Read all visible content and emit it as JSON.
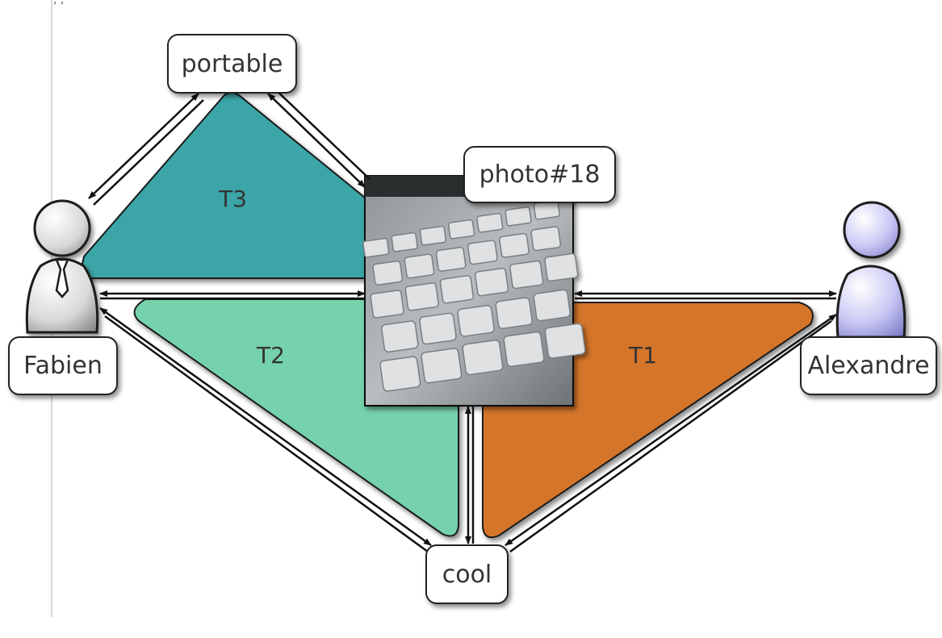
{
  "nodes": {
    "portable": "portable",
    "photo": "photo#18",
    "fabien": "Fabien",
    "alexandre": "Alexandre",
    "cool": "cool"
  },
  "triangles": {
    "t1": {
      "label": "T1",
      "color": "#d4742a"
    },
    "t2": {
      "label": "T2",
      "color": "#74d2ad"
    },
    "t3": {
      "label": "T3",
      "color": "#3aa5a8"
    }
  },
  "icons": {
    "fabien": "person-with-tie-icon",
    "alexandre": "person-icon",
    "photo": "keyboard-photo"
  }
}
